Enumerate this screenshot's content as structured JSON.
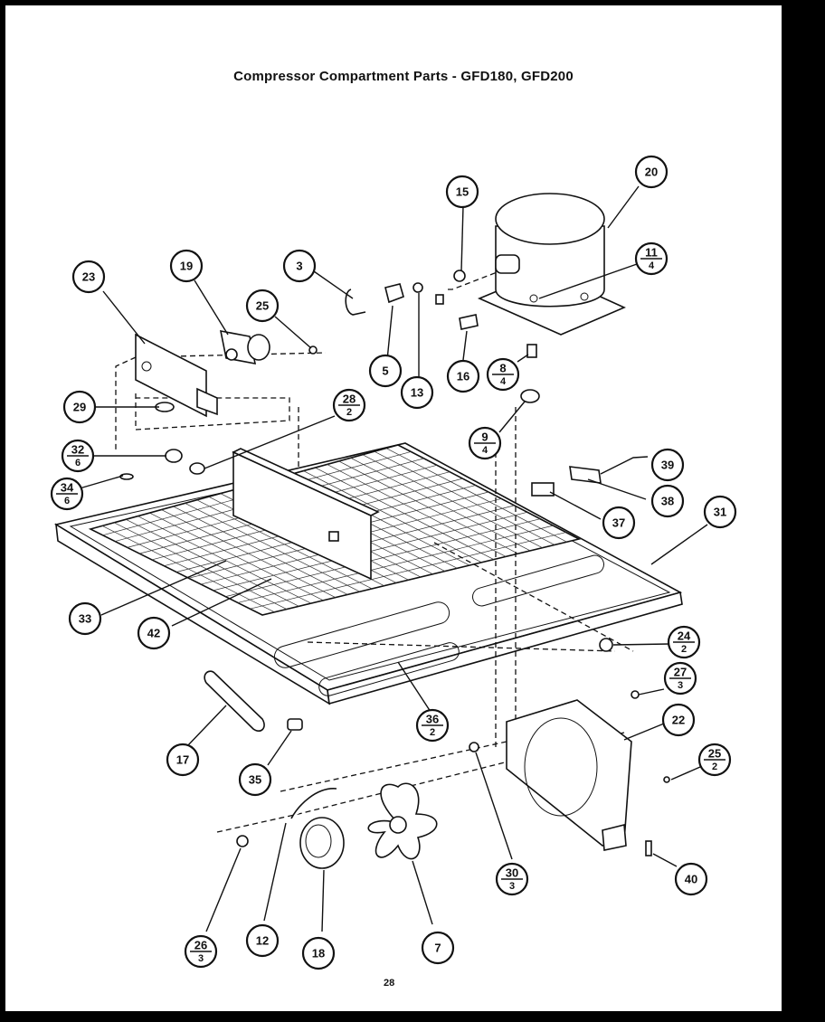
{
  "title": "Compressor Compartment Parts - GFD180, GFD200",
  "page_number": "28",
  "callouts": [
    {
      "label": "20"
    },
    {
      "label": "15"
    },
    {
      "label": "3"
    },
    {
      "label": "11",
      "qty": "4"
    },
    {
      "label": "23"
    },
    {
      "label": "19"
    },
    {
      "label": "25"
    },
    {
      "label": "5"
    },
    {
      "label": "13"
    },
    {
      "label": "16"
    },
    {
      "label": "8",
      "qty": "4"
    },
    {
      "label": "29"
    },
    {
      "label": "28",
      "qty": "2"
    },
    {
      "label": "9",
      "qty": "4"
    },
    {
      "label": "32",
      "qty": "6"
    },
    {
      "label": "34",
      "qty": "6"
    },
    {
      "label": "39"
    },
    {
      "label": "38"
    },
    {
      "label": "37"
    },
    {
      "label": "31"
    },
    {
      "label": "33"
    },
    {
      "label": "42"
    },
    {
      "label": "24",
      "qty": "2"
    },
    {
      "label": "27",
      "qty": "3"
    },
    {
      "label": "36",
      "qty": "2"
    },
    {
      "label": "22"
    },
    {
      "label": "17"
    },
    {
      "label": "25",
      "qty": "2"
    },
    {
      "label": "35"
    },
    {
      "label": "30",
      "qty": "3"
    },
    {
      "label": "40"
    },
    {
      "label": "26",
      "qty": "3"
    },
    {
      "label": "12"
    },
    {
      "label": "18"
    },
    {
      "label": "7"
    }
  ]
}
